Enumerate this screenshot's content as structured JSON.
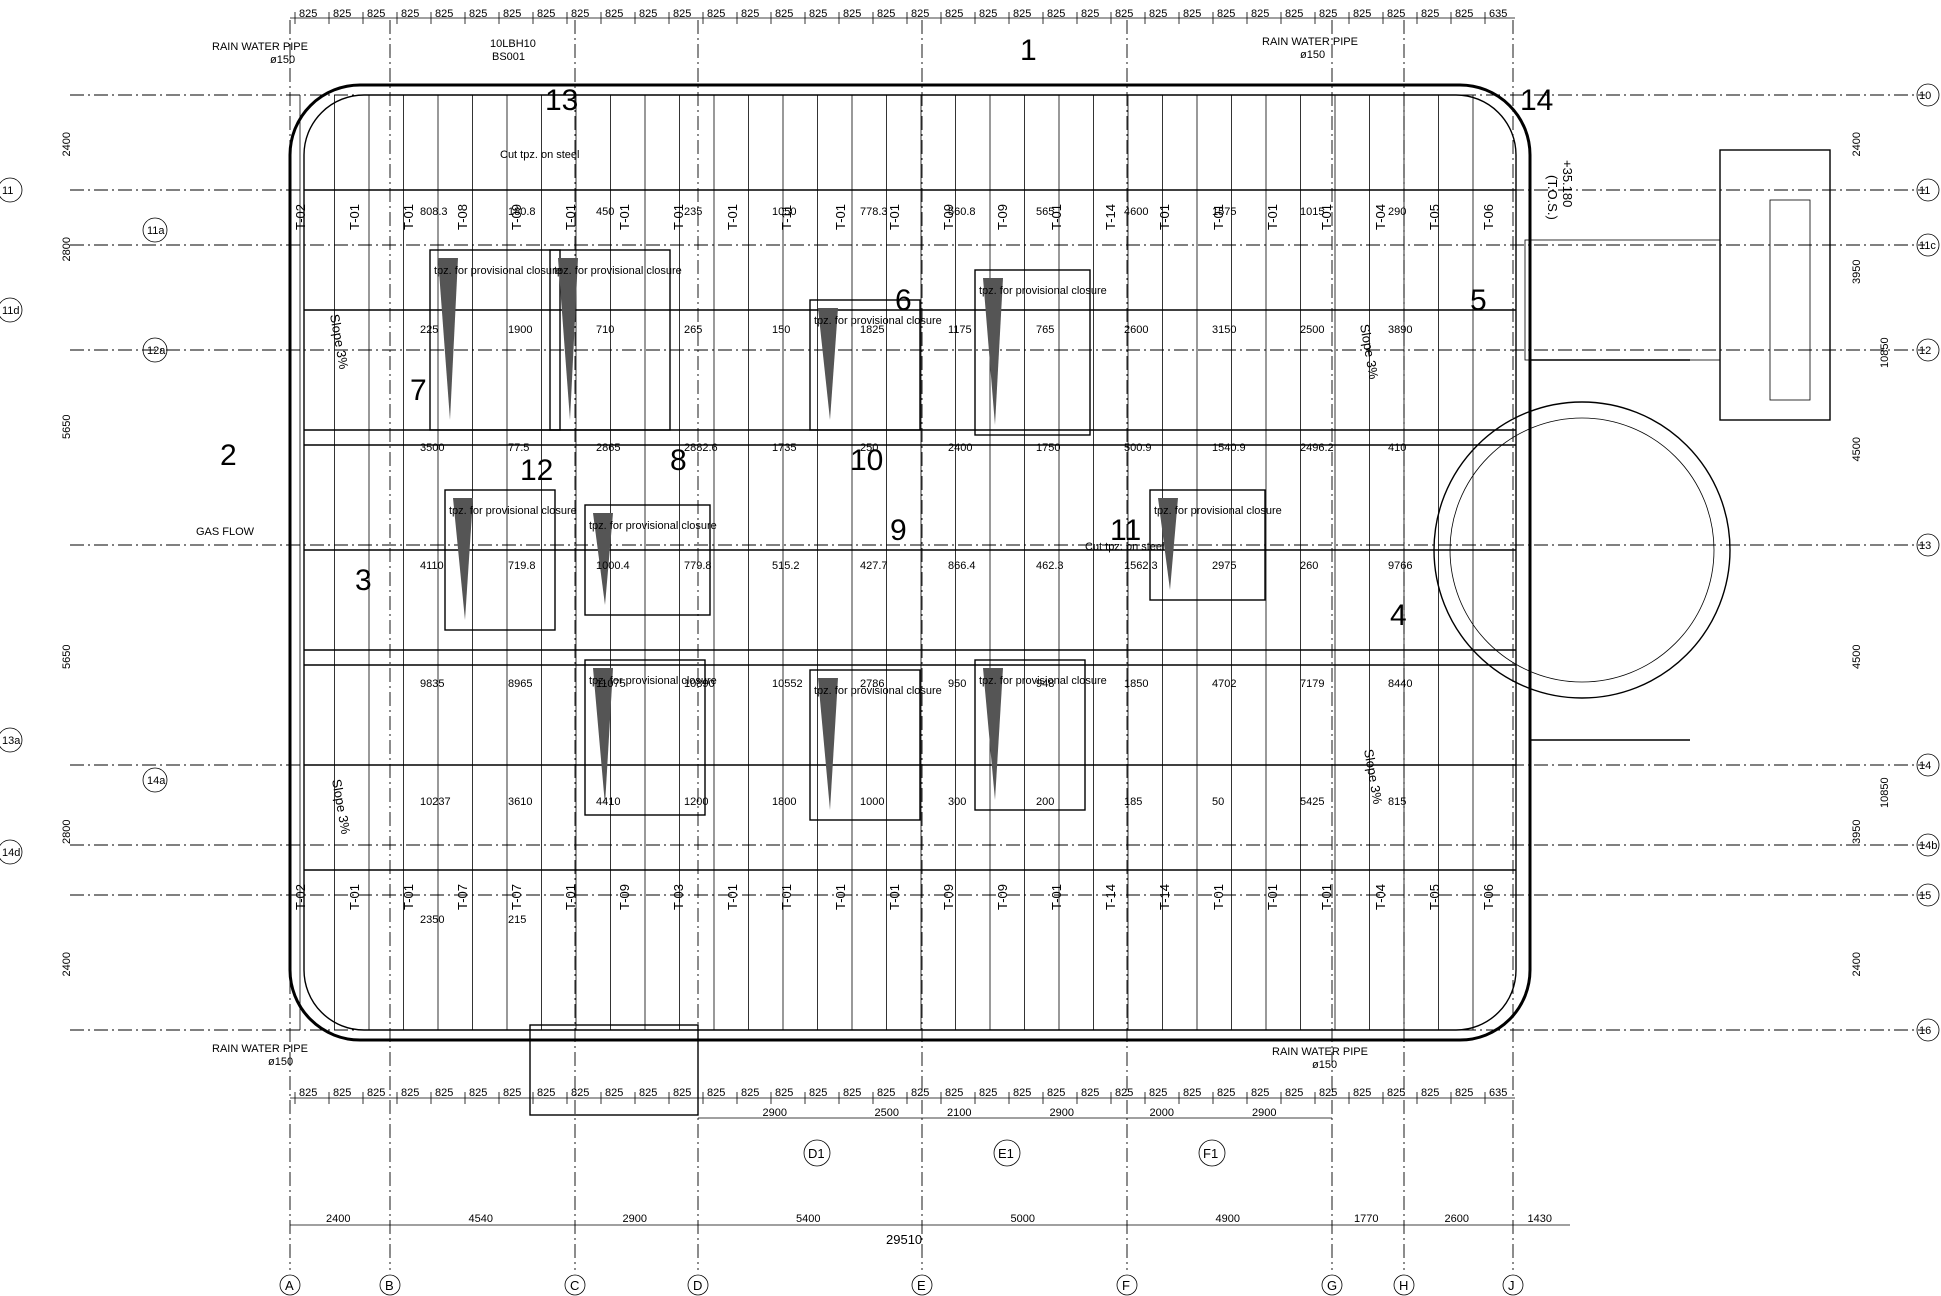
{
  "top_dims": [
    "825",
    "825",
    "825",
    "825",
    "825",
    "825",
    "825",
    "825",
    "825",
    "825",
    "825",
    "825",
    "825",
    "825",
    "825",
    "825",
    "825",
    "825",
    "825",
    "825",
    "825",
    "825",
    "825",
    "825",
    "825",
    "825",
    "825",
    "825",
    "825",
    "825",
    "825",
    "825",
    "825",
    "825",
    "825",
    "635"
  ],
  "bottom_dims": [
    "825",
    "825",
    "825",
    "825",
    "825",
    "825",
    "825",
    "825",
    "825",
    "825",
    "825",
    "825",
    "825",
    "825",
    "825",
    "825",
    "825",
    "825",
    "825",
    "825",
    "825",
    "825",
    "825",
    "825",
    "825",
    "825",
    "825",
    "825",
    "825",
    "825",
    "825",
    "825",
    "825",
    "825",
    "825",
    "635"
  ],
  "bottom_spans": [
    "2900",
    "2500",
    "2100",
    "2900",
    "2000",
    "2900"
  ],
  "axis_dims": [
    "2400",
    "4540",
    "2900",
    "5400",
    "5000",
    "4900",
    "1770",
    "2600",
    "1430"
  ],
  "total_width": "29510",
  "col_labels": [
    "A",
    "B",
    "C",
    "D",
    "E",
    "F",
    "G",
    "H",
    "J"
  ],
  "sub_col_labels": [
    "D1",
    "E1",
    "F1"
  ],
  "row_labels": [
    "10",
    "11",
    "11c",
    "12",
    "13",
    "14",
    "14b",
    "15",
    "16"
  ],
  "left_row_labels": [
    "11",
    "11a",
    "11d",
    "12a",
    "13a",
    "14a",
    "14d"
  ],
  "left_dims": [
    "2400",
    "2800",
    "5650",
    "5650",
    "2800",
    "2400"
  ],
  "right_dims": [
    "2400",
    "3950",
    "4500",
    "4500",
    "3950",
    "2400"
  ],
  "right_spans": [
    "10850",
    "10850"
  ],
  "rain_pipe": "RAIN WATER PIPE",
  "pipe_dia": "ø150",
  "gas_flow": "GAS FLOW",
  "slope": "Slope 3%",
  "provisional": "tpz. for provisional closure",
  "cut_steel": "Cut tpz. on steel",
  "equipment": [
    "10LBH10",
    "BS001"
  ],
  "elevation": "+35.180",
  "tos": "(T.O.S.)",
  "beam_labels_top": [
    "T-02",
    "T-01",
    "T-01",
    "T-08",
    "T-09",
    "T-01",
    "T-01",
    "T-01",
    "T-01",
    "T-11",
    "T-01",
    "T-01",
    "T-09",
    "T-09",
    "T-01",
    "T-14",
    "T-01",
    "T-01",
    "T-01",
    "T-01",
    "T-04",
    "T-05",
    "T-06"
  ],
  "beam_labels_bottom": [
    "T-02",
    "T-01",
    "T-01",
    "T-07",
    "T-07",
    "T-01",
    "T-09",
    "T-03",
    "T-01",
    "T-01",
    "T-01",
    "T-01",
    "T-09",
    "T-09",
    "T-01",
    "T-14",
    "T-14",
    "T-01",
    "T-01",
    "T-01",
    "T-04",
    "T-05",
    "T-06"
  ],
  "section_marks": [
    "1",
    "2",
    "3",
    "4",
    "5",
    "6",
    "7",
    "8",
    "9",
    "10",
    "11",
    "12",
    "13",
    "14"
  ],
  "misc_dims": [
    "808.3",
    "180.8",
    "450",
    "235",
    "1050",
    "778.3",
    "560.8",
    "565",
    "4600",
    "1575",
    "1015",
    "290",
    "225",
    "1900",
    "710",
    "265",
    "150",
    "1825",
    "1175",
    "765",
    "2600",
    "3150",
    "2500",
    "3890",
    "3500",
    "77.5",
    "2865",
    "2882.6",
    "1735",
    "250",
    "2400",
    "1750",
    "500.9",
    "1540.9",
    "2496.2",
    "410",
    "4110",
    "719.8",
    "1000.4",
    "779.8",
    "515.2",
    "427.7",
    "866.4",
    "462.3",
    "1562.3",
    "2975",
    "260",
    "9766",
    "9835",
    "8965",
    "11075",
    "10890",
    "10552",
    "2786",
    "950",
    "948",
    "1850",
    "4702",
    "7179",
    "8440",
    "10237",
    "3610",
    "4410",
    "1200",
    "1800",
    "1000",
    "300",
    "200",
    "185",
    "50",
    "5425",
    "815",
    "2350",
    "215"
  ]
}
